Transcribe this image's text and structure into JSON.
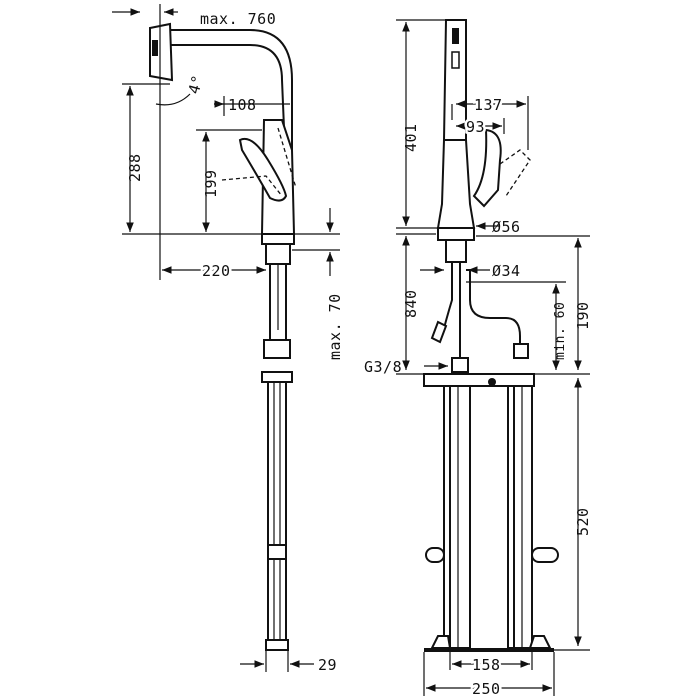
{
  "dimensions": {
    "max_reach": "max. 760",
    "swivel_angle": "4°",
    "spout_width": "108",
    "total_height_side": "288",
    "lever_height": "199",
    "base_offset": "220",
    "max_thickness": "max. 70",
    "hose_diameter": "29",
    "spout_height": "401",
    "spout_projection": "137",
    "lever_offset": "93",
    "base_diameter": "Ø56",
    "shank_diameter": "Ø34",
    "shank_length": "840",
    "connection_height": "190",
    "min_clearance": "min. 60",
    "connection_thread": "G3/8",
    "box_height": "520",
    "box_inner_width": "158",
    "box_outer_width": "250"
  },
  "colors": {
    "line": "#111111",
    "background": "#ffffff"
  }
}
